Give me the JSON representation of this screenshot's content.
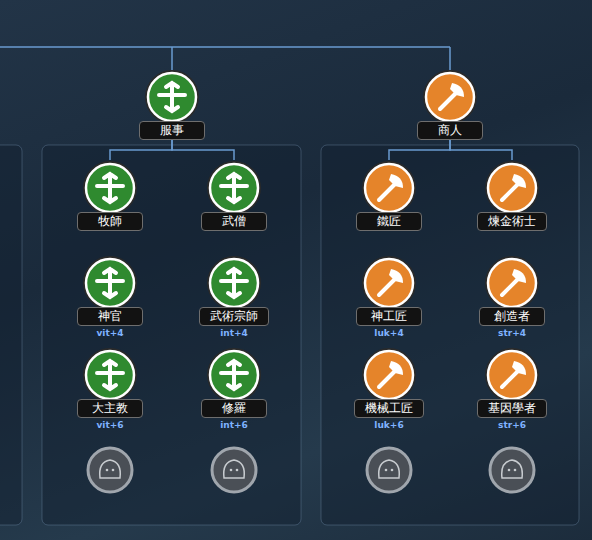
{
  "diagram": {
    "nodes": [
      {
        "text": [
          "服事"
        ]
      },
      {
        "text": [
          "商人"
        ]
      },
      {
        "text": [
          "牧師"
        ]
      },
      {
        "text": [
          "武僧"
        ]
      },
      {
        "text": [
          "鐵匠"
        ]
      },
      {
        "text": [
          "煉金術士"
        ]
      },
      {
        "text": [
          "神官",
          "vit+4"
        ]
      },
      {
        "text": [
          "武術宗師",
          "int+4"
        ]
      },
      {
        "text": [
          "神工匠",
          "luk+4"
        ]
      },
      {
        "text": [
          "創造者",
          "str+4"
        ]
      },
      {
        "text": [
          "大主教",
          "vit+6"
        ]
      },
      {
        "text": [
          "修羅",
          "int+6"
        ]
      },
      {
        "text": [
          "機械工匠",
          "luk+6"
        ]
      },
      {
        "text": [
          "基因學者",
          "str+6"
        ]
      }
    ],
    "edges": [
      {
        "from": 0,
        "to": 2,
        "arrow": "none"
      },
      {
        "from": 0,
        "to": 3,
        "arrow": "none"
      },
      {
        "from": 1,
        "to": 4,
        "arrow": "none"
      },
      {
        "from": 1,
        "to": 5,
        "arrow": "none"
      }
    ]
  }
}
